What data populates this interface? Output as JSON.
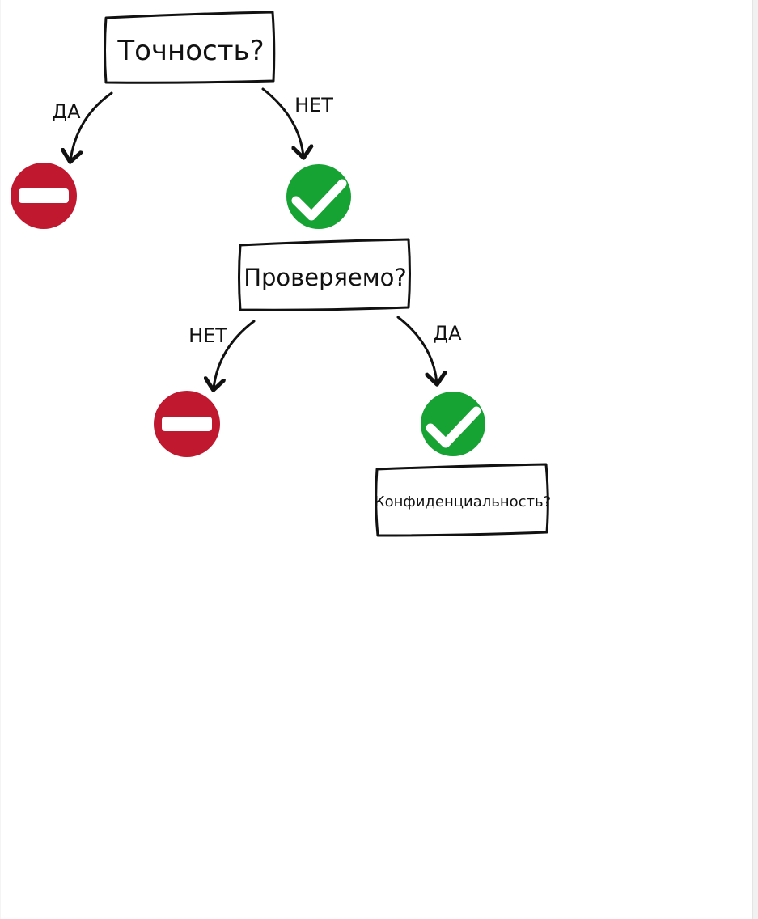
{
  "diagram": {
    "nodes": {
      "accuracy": {
        "label": "Точность?"
      },
      "verifiable": {
        "label": "Проверяемо?"
      },
      "privacy": {
        "label": "Конфиденциальность?"
      }
    },
    "edges": {
      "accuracy_yes": {
        "label": "ДА"
      },
      "accuracy_no": {
        "label": "НЕТ"
      },
      "verifiable_no": {
        "label": "НЕТ"
      },
      "verifiable_yes": {
        "label": "ДА"
      }
    },
    "icons": {
      "stop": "no-entry-icon",
      "ok": "check-circle-icon"
    },
    "colors": {
      "stop_red": "#c0182f",
      "ok_green": "#17a333",
      "ink": "#111111"
    }
  }
}
